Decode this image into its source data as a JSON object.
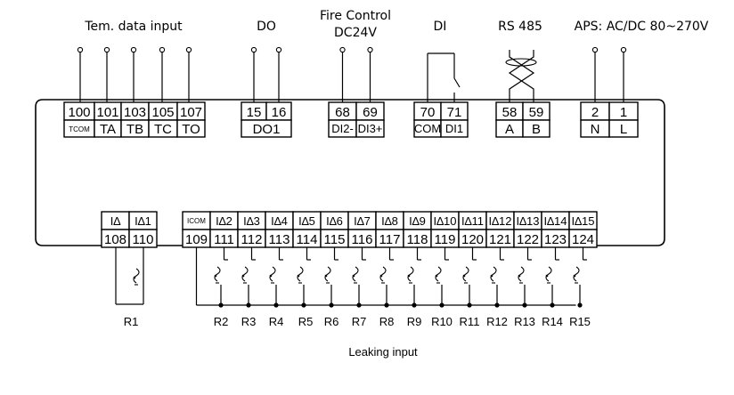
{
  "headers": {
    "temp": "Tem. data input",
    "do": "DO",
    "fire_line1": "Fire Control",
    "fire_line2": "DC24V",
    "di": "DI",
    "rs485": "RS 485",
    "aps": "APS: AC/DC 80~270V"
  },
  "top_terminals": {
    "temp": [
      {
        "num": "100",
        "label": "TCOM"
      },
      {
        "num": "101",
        "label": "TA"
      },
      {
        "num": "103",
        "label": "TB"
      },
      {
        "num": "105",
        "label": "TC"
      },
      {
        "num": "107",
        "label": "TO"
      }
    ],
    "do": {
      "nums": [
        "15",
        "16"
      ],
      "label": "DO1"
    },
    "fire": [
      {
        "num": "68",
        "label": "DI2-"
      },
      {
        "num": "69",
        "label": "DI3+"
      }
    ],
    "di": [
      {
        "num": "70",
        "label": "COM"
      },
      {
        "num": "71",
        "label": "DI1"
      }
    ],
    "rs485": [
      {
        "num": "58",
        "label": "A"
      },
      {
        "num": "59",
        "label": "B"
      }
    ],
    "aps": [
      {
        "num": "2",
        "label": "N"
      },
      {
        "num": "1",
        "label": "L"
      }
    ]
  },
  "bottom_terminals": {
    "left": [
      {
        "label": "I∆",
        "num": "108"
      },
      {
        "label": "I∆1",
        "num": "110"
      }
    ],
    "right": [
      {
        "label": "ICOM",
        "num": "109"
      },
      {
        "label": "I∆2",
        "num": "111"
      },
      {
        "label": "I∆3",
        "num": "112"
      },
      {
        "label": "I∆4",
        "num": "113"
      },
      {
        "label": "I∆5",
        "num": "114"
      },
      {
        "label": "I∆6",
        "num": "115"
      },
      {
        "label": "I∆7",
        "num": "116"
      },
      {
        "label": "I∆8",
        "num": "117"
      },
      {
        "label": "I∆9",
        "num": "118"
      },
      {
        "label": "I∆10",
        "num": "119"
      },
      {
        "label": "I∆11",
        "num": "120"
      },
      {
        "label": "I∆12",
        "num": "121"
      },
      {
        "label": "I∆13",
        "num": "122"
      },
      {
        "label": "I∆14",
        "num": "123"
      },
      {
        "label": "I∆15",
        "num": "124"
      }
    ]
  },
  "relays": [
    "R1",
    "R2",
    "R3",
    "R4",
    "R5",
    "R6",
    "R7",
    "R8",
    "R9",
    "R10",
    "R11",
    "R12",
    "R13",
    "R14",
    "R15"
  ],
  "footer": "Leaking input"
}
